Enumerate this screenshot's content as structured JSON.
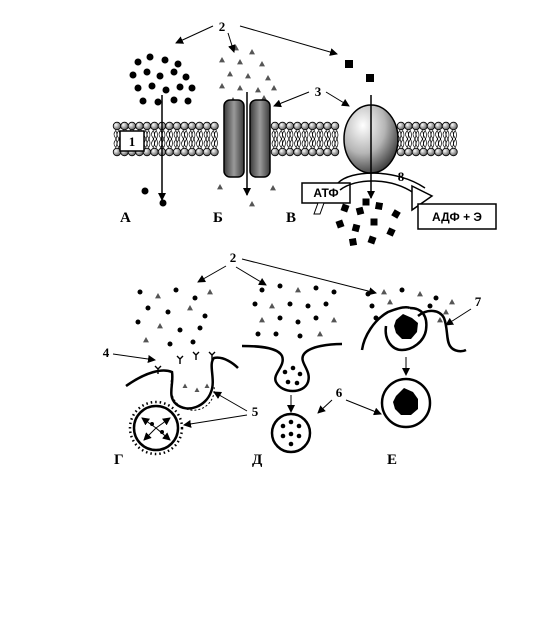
{
  "labels": {
    "a": "А",
    "b": "Б",
    "v": "В",
    "g": "Г",
    "d": "Д",
    "e": "Е"
  },
  "numbers": {
    "n1": "1",
    "n2_top": "2",
    "n2_bottom": "2",
    "n3": "3",
    "n4": "4",
    "n5": "5",
    "n6": "6",
    "n7": "7",
    "n8": "8"
  },
  "boxes": {
    "atp": "АТФ",
    "adp": "АДФ + Э"
  }
}
